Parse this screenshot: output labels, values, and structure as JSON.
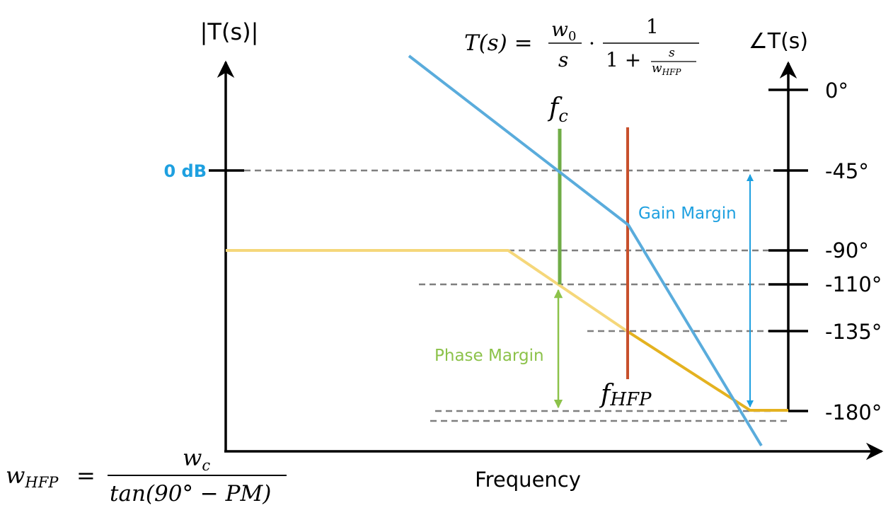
{
  "axes": {
    "magnitude_label": "|T(s)|",
    "phase_label": "∠T(s)",
    "x_label": "Frequency",
    "zero_db_label": "0 dB",
    "phase_ticks": [
      "0°",
      "-45°",
      "-90°",
      "-110°",
      "-135°",
      "-180°"
    ]
  },
  "annotations": {
    "fc": {
      "base": "f",
      "sub": "c"
    },
    "fhfp": {
      "base": "f",
      "sub": "HFP"
    },
    "gain_margin": "Gain Margin",
    "phase_margin": "Phase Margin"
  },
  "equations": {
    "transfer": {
      "lhs": "T(s) =",
      "w0_base": "w",
      "w0_sub": "0",
      "s": "s",
      "dot": "·",
      "one": "1",
      "one_plus": "1 +",
      "small_s": "s",
      "whfp_base": "w",
      "whfp_sub": "HFP"
    },
    "whfp": {
      "lhs_base": "w",
      "lhs_sub": "HFP",
      "equals": "=",
      "wc_base": "w",
      "wc_sub": "c",
      "denominator": "tan(90° − PM)"
    }
  },
  "colors": {
    "axis": "#000000",
    "magnitude_line": "#5aacdc",
    "phase_line_light": "#f5d77a",
    "phase_line_dark": "#e4b220",
    "fc_line": "#70ad47",
    "fhfp_line": "#c8502c",
    "zero_db_text": "#1ea0e0",
    "gain_margin": "#1ea0e0",
    "phase_margin": "#8cc24a",
    "dashed": "#7f7f7f"
  }
}
